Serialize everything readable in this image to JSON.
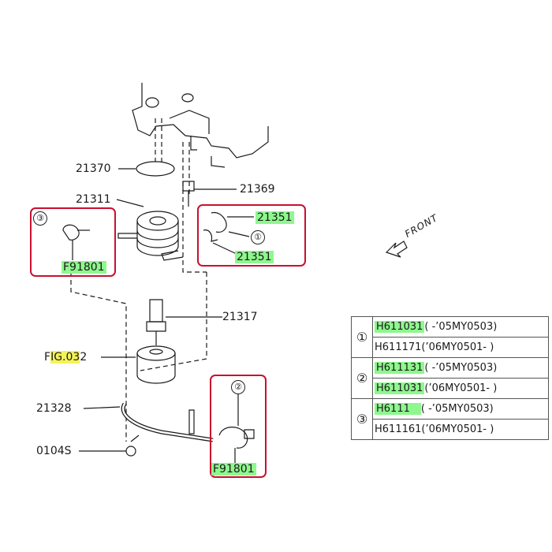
{
  "labels": {
    "p21370": "21370",
    "p21311": "21311",
    "p21369": "21369",
    "p21351_top": "21351",
    "p21351_bottom": "21351",
    "p21317": "21317",
    "fig_prefix": "F",
    "fig_highlight": "IG.03",
    "fig_suffix": "2",
    "p21328": "21328",
    "p0104s": "0104S",
    "f91801_left": "F91801",
    "f91801_right": "F91801",
    "callout_1": "①",
    "callout_2": "②",
    "callout_3": "③",
    "front": "FRONT"
  },
  "parts_table": [
    {
      "group": "①",
      "part": "H611031",
      "range": "( -’05MY0503)",
      "highlight": true
    },
    {
      "group": "",
      "part": "H611171",
      "range": "(’06MY0501- )",
      "highlight": false
    },
    {
      "group": "②",
      "part": "H611131",
      "range": "( -’05MY0503)",
      "highlight": true
    },
    {
      "group": "",
      "part": "H611031",
      "range": "(’06MY0501- )",
      "highlight": true
    },
    {
      "group": "③",
      "part": "H6111",
      "range": "( -’05MY0503)",
      "highlight": true
    },
    {
      "group": "",
      "part": "H611161",
      "range": "(’06MY0501- )",
      "highlight": false
    }
  ],
  "colors": {
    "highlight_green": "#8ef78e",
    "highlight_yellow": "#f3f35a",
    "box_red": "#c8102e",
    "line": "#1a1a1a"
  }
}
